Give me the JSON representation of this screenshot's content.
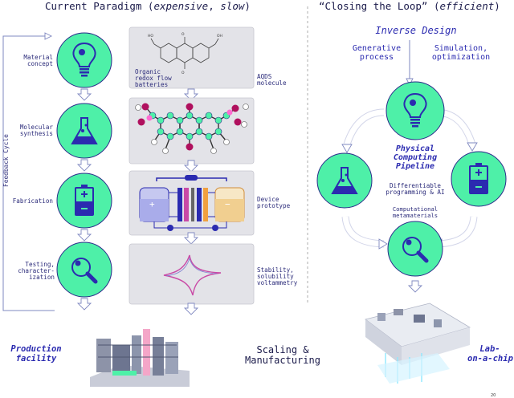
{
  "left_header": {
    "main": "Current Paradigm (",
    "italic1": "expensive",
    "sep": ", ",
    "italic2": "slow",
    "close": ")"
  },
  "right_header": {
    "open": "“Closing the Loop” (",
    "italic": "efficient",
    "close": ")"
  },
  "feedback_label": "Feedback Cycle",
  "stages": [
    {
      "label": "Material\nconcept",
      "icon": "lightbulb-icon"
    },
    {
      "label": "Molecular\nsynthesis",
      "icon": "flask-icon"
    },
    {
      "label": "Fabrication",
      "icon": "battery-icon"
    },
    {
      "label": "Testing,\ncharacter-\nization",
      "icon": "magnifier-icon"
    }
  ],
  "panels": {
    "panel1_inner": "Organic\nredox flow\nbatteries",
    "panel1_right": "AQDS\nmolecule",
    "panel3_right": "Device\nprototype",
    "panel4_right": "Stability,\nsolubility\nvoltammetry"
  },
  "right": {
    "inverse_design": "Inverse Design",
    "generative": "Generative\nprocess",
    "simulation": "Simulation,\noptimization",
    "pipeline": "Physical\nComputing\nPipeline",
    "diff_prog": "Differentiable\nprogramming & AI",
    "comp_meta": "Computational\nmetamaterials"
  },
  "bottom": {
    "production": "Production\nfacility",
    "scaling": "Scaling &\nManufacturing",
    "lab": "Lab-\non-a-chip",
    "page_number": "20"
  },
  "colors": {
    "circle_fill": "#4ef0a8",
    "circle_stroke": "#2a2a8a",
    "ink": "#2b2bb0",
    "panel_bg": "#e3e3e8",
    "arrow": "#ffffff",
    "arrow_stroke": "#7f88c0"
  }
}
